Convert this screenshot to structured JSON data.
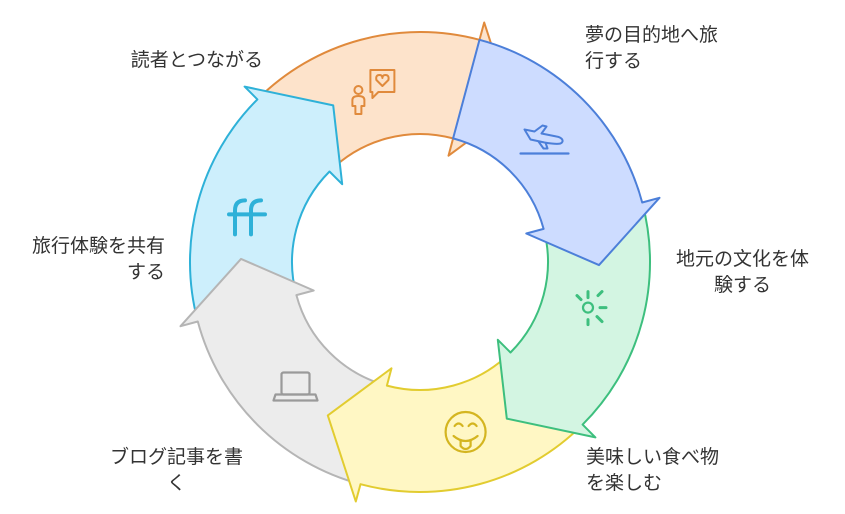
{
  "cycle": {
    "steps": [
      {
        "id": "travel",
        "lines": [
          "夢の目的地へ旅",
          "行する"
        ],
        "icon": "airplane-landing-icon",
        "fill": "#cddcff",
        "stroke": "#4c7fd9",
        "icon_color": "#4c7fd9"
      },
      {
        "id": "culture",
        "lines": [
          "地元の文化を体",
          "験する"
        ],
        "icon": "sparkle-burst-icon",
        "fill": "#d3f5e2",
        "stroke": "#3dbf7e",
        "icon_color": "#3dbf7e"
      },
      {
        "id": "food",
        "lines": [
          "美味しい食べ物",
          "を楽しむ"
        ],
        "icon": "tongue-smiley-icon",
        "fill": "#fff7c4",
        "stroke": "#e2cc30",
        "icon_color": "#d4b520"
      },
      {
        "id": "blog",
        "lines": [
          "ブログ記事を書",
          "く"
        ],
        "icon": "laptop-icon",
        "fill": "#ececec",
        "stroke": "#b5b5b5",
        "icon_color": "#9a9a9a"
      },
      {
        "id": "share",
        "lines": [
          "旅行体験を共有",
          "する"
        ],
        "icon": "ff-ligature-icon",
        "fill": "#cdeffc",
        "stroke": "#2eb1d8",
        "icon_color": "#2eb1d8"
      },
      {
        "id": "connect",
        "lines": [
          "読者とつながる"
        ],
        "icon": "person-heart-chat-icon",
        "fill": "#fde3cb",
        "stroke": "#e08a3c",
        "icon_color": "#e08a3c"
      }
    ]
  }
}
